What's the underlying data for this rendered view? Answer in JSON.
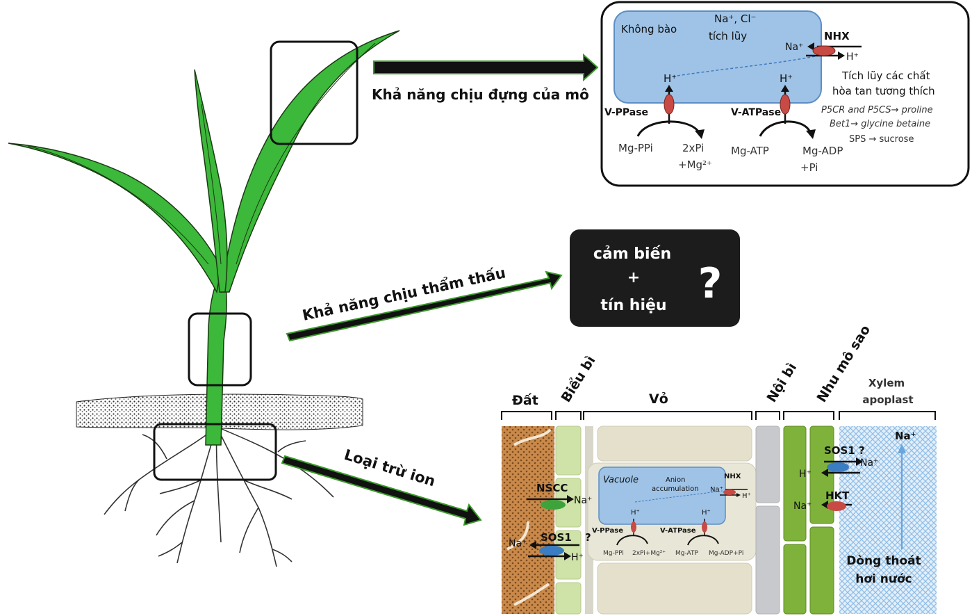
{
  "leaf_panel": {
    "vacuole_label": "Không bào",
    "ions_accum": "Na⁺, Cl⁻",
    "accum": "tích lũy",
    "nhx": "NHX",
    "na": "Na⁺",
    "h": "H⁺",
    "h_left": "H⁺",
    "h_right": "H⁺",
    "vppase": "V-PPase",
    "vatpase": "V-ATPase",
    "mgppi": "Mg-PPi",
    "twopi": "2xPi",
    "mg2": "+Mg²⁺",
    "mgatp": "Mg-ATP",
    "mgadp": "Mg-ADP",
    "pi": "+Pi",
    "solutes_title_1": "Tích lũy các chất",
    "solutes_title_2": "hòa tan tương thích",
    "line_proline": "P5CR and P5CS→ proline",
    "line_glycine": "Bet1→ glycine betaine",
    "line_sucrose": "SPS → sucrose"
  },
  "arrows": {
    "tissue_tolerance": "Khả năng chịu đựng của mô",
    "osmotic_tolerance": "Khả năng chịu thẩm thấu",
    "ion_exclusion": "Loại trừ ion"
  },
  "sensor_box": {
    "line1": "cảm biến",
    "plus": "+",
    "line2": "tín hiệu",
    "question": "?"
  },
  "root_panel": {
    "headers": {
      "soil": "Đất",
      "epidermis": "Biểu bì",
      "cortex": "Vỏ",
      "endodermis": "Nội bì",
      "stele": "Nhu mô sao",
      "xylem_1": "Xylem",
      "xylem_2": "apoplast"
    },
    "nscc": "NSCC",
    "na_nscc": "Na⁺",
    "na_sos1": "Na⁺",
    "sos1": "SOS1",
    "sos1_q": "?",
    "h_sos1": "H⁺",
    "vacuole": "Vacuole",
    "anion": "Anion",
    "anion_acc": "accumulation",
    "nhx": "NHX",
    "na_nhx": "Na⁺",
    "h_nhx": "H⁺",
    "h_pp": "H⁺",
    "h_atp": "H⁺",
    "vppase": "V-PPase",
    "vatpase": "V-ATPase",
    "mgppi": "Mg-PPi",
    "twopi": "2xPi+Mg²⁺",
    "mgatp": "Mg-ATP",
    "mgadp": "Mg-ADP+Pi",
    "sos1_stele": "SOS1 ?",
    "na_stele": "Na⁺",
    "h_stele": "H⁺",
    "hkt": "HKT",
    "na_hkt": "Na⁺",
    "na_top": "Na⁺",
    "flow_1": "Dòng thoát",
    "flow_2": "hơi nước"
  },
  "colors": {
    "leaf_green": "#3cb83a",
    "arrow_green": "#3a9a2a",
    "vacuole_blue": "#9fc3e6",
    "transporter_red": "#c84a44",
    "soil_brown": "#c9894a",
    "epidermis_green": "#cfe2a8",
    "cortex_beige": "#e4e0cc",
    "endodermis_grey": "#c7c9cc",
    "stele_green": "#7fb23a",
    "xylem_blue": "#b7d5ee"
  }
}
